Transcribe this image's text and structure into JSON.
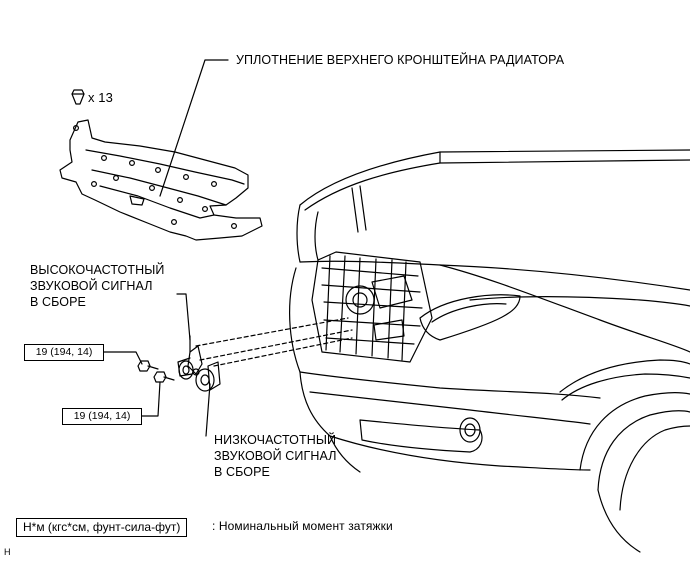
{
  "labels": {
    "radiator_seal": "УПЛОТНЕНИЕ ВЕРХНЕГО КРОНШТЕЙНА РАДИАТОРА",
    "clip_count": "x 13",
    "high_horn": [
      "ВЫСОКОЧАСТОТНЫЙ",
      "ЗВУКОВОЙ СИГНАЛ",
      "В СБОРЕ"
    ],
    "low_horn": [
      "НИЗКОЧАСТОТНЫЙ",
      "ЗВУКОВОЙ СИГНАЛ",
      "В СБОРЕ"
    ]
  },
  "torque": {
    "high_horn_bolt": "19 (194, 14)",
    "low_horn_bolt": "19 (194, 14)"
  },
  "legend": {
    "units": "Н*м (кгс*см, фунт-сила-фут)",
    "description": ": Номинальный момент затяжки"
  },
  "figure_code": "H"
}
